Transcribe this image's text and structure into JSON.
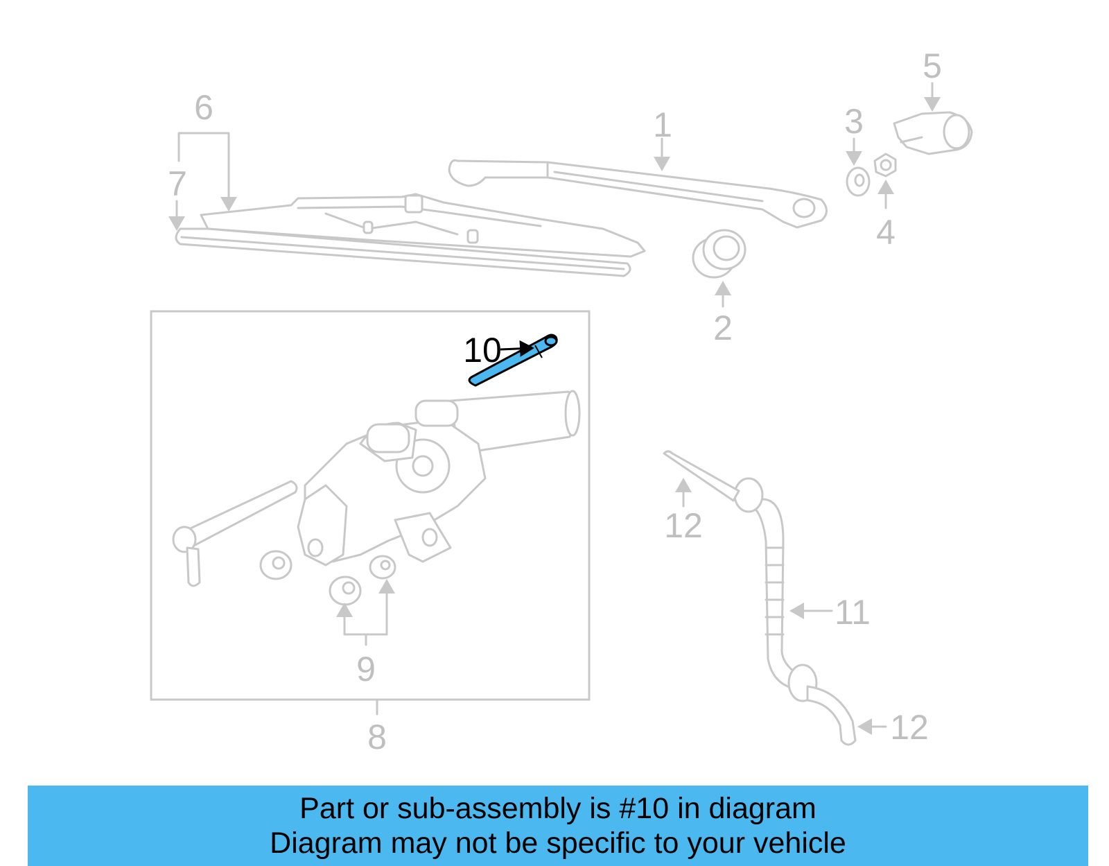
{
  "callouts": [
    "1",
    "2",
    "3",
    "4",
    "5",
    "6",
    "7",
    "8",
    "9",
    "10",
    "11",
    "12",
    "12"
  ],
  "highlight": {
    "callout": "10",
    "color": "#4cb8f0"
  },
  "caption": {
    "line1": "Part or sub-assembly is #10 in diagram",
    "line2": "Diagram may not be specific to your vehicle",
    "background": "#4cb8f0"
  }
}
